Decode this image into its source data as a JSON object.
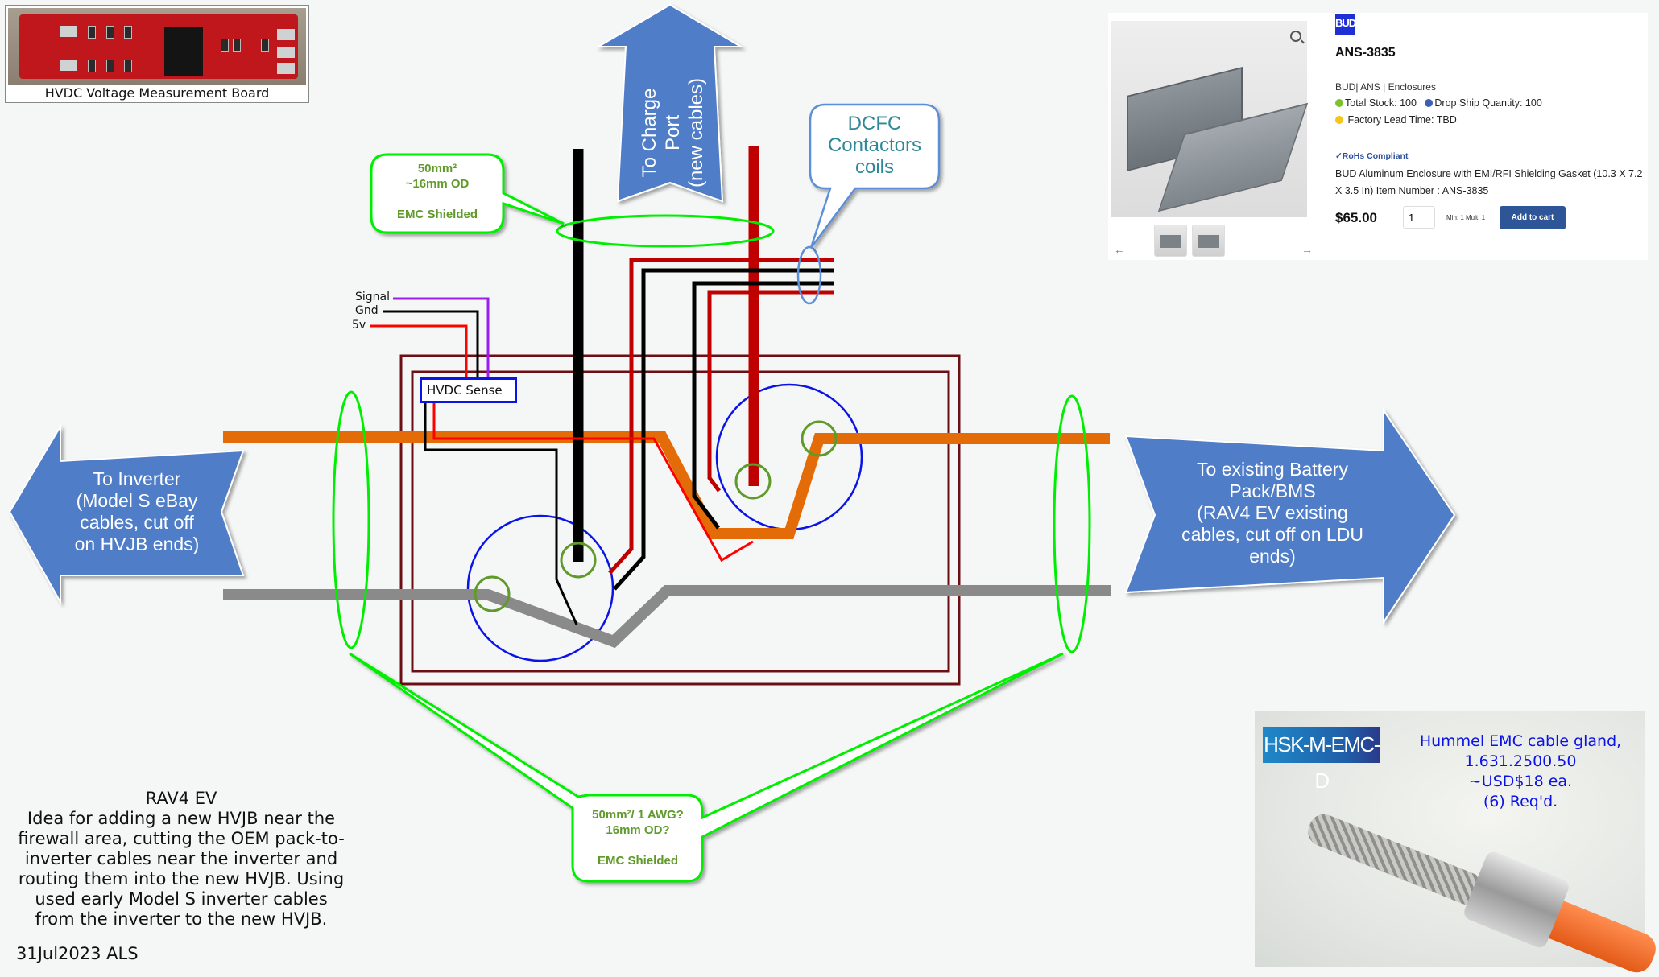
{
  "pcb_photo": {
    "caption": "HVDC Voltage Measurement Board"
  },
  "product": {
    "brand_logo": "BUD",
    "sku": "ANS-3835",
    "category": "BUD| ANS | Enclosures",
    "total_stock": "Total Stock: 100",
    "drop_ship": "Drop Ship Quantity: 100",
    "lead_time": "Factory Lead Time: TBD",
    "rohs": "✓RoHs Compliant",
    "description": "BUD Aluminum Enclosure with EMI/RFI Shielding Gasket (10.3 X 7.2 X 3.5 In) Item Number : ANS-3835",
    "price": "$65.00",
    "quantity": "1",
    "min_mult": "Min: 1   Mult: 1",
    "add_to_cart": "Add to cart",
    "prev_arrow": "←",
    "next_arrow": "→",
    "thumbnail_count": 2,
    "colors": {
      "button": "#2f5599",
      "in_stock": "#7cc22a",
      "drop_ship": "#3b5fb4",
      "lead_time": "#f5c518"
    }
  },
  "arrows": {
    "charge_port": "To Charge Port (new cables)",
    "charge_port_lines": [
      "To Charge",
      "Port",
      "(new cables)"
    ],
    "inverter_lines": [
      "To Inverter",
      "(Model S eBay",
      "cables, cut off",
      "on HVJB ends)"
    ],
    "battery_lines": [
      "To existing Battery",
      "Pack/BMS",
      "(RAV4 EV existing",
      "cables, cut off on LDU",
      "ends)"
    ],
    "fill_color": "#507dc8"
  },
  "callouts": {
    "top_cable": {
      "line1": "50mm²",
      "line2": "~16mm OD",
      "line3": "EMC Shielded"
    },
    "bottom_cable": {
      "line1": "50mm²/ 1 AWG?",
      "line2": "16mm OD?",
      "line3": "EMC Shielded"
    },
    "dcfc": {
      "line1": "DCFC",
      "line2": "Contactors",
      "line3": "coils"
    },
    "green_color": "#00ee00",
    "text_color": "#5f9a2a"
  },
  "wiring": {
    "signal_label": "Signal",
    "gnd_label": "Gnd",
    "5v_label": "5v",
    "sense_box_label": "HVDC Sense",
    "colors": {
      "positive_main": "#e36c09",
      "negative_main": "#8a8a8a",
      "dc_plus": "#c00000",
      "dc_minus": "#000000",
      "signal": "#9b1df0",
      "supply": "#ff0000",
      "enclosure": "#6b0f14",
      "contactor": "#0a14e6",
      "terminal": "#5f9a2a"
    }
  },
  "gland_photo": {
    "badge": "HSK-M-EMC-D",
    "lines": [
      "Hummel EMC cable gland,",
      "1.631.2500.50",
      "~USD$18 ea.",
      "(6) Req'd."
    ]
  },
  "notes": {
    "title": "RAV4 EV",
    "lines": [
      "Idea for adding a new HVJB near the",
      "firewall area, cutting the OEM pack-to-",
      "inverter cables near the inverter and",
      "routing them into the new HVJB.  Using",
      "used early Model S inverter cables",
      "from the inverter to the new HVJB."
    ],
    "date_author": "31Jul2023 ALS"
  }
}
